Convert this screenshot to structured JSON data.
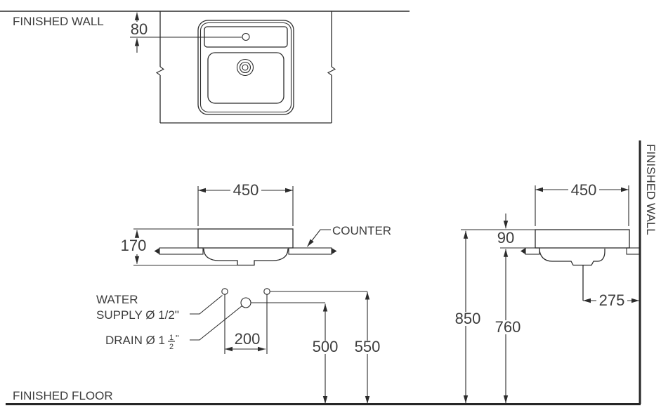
{
  "colors": {
    "line": "#2b2b2b",
    "text": "#3d3d3d",
    "background": "#ffffff"
  },
  "top_view": {
    "finished_wall_label": "FINISHED WALL",
    "dim_faucet_to_wall": "80"
  },
  "front_view": {
    "dim_width": "450",
    "dim_basin_height": "170",
    "counter_label": "COUNTER",
    "water_supply_label_line1": "WATER",
    "water_supply_label_line2": "SUPPLY Ø 1/2\"",
    "drain_label_prefix": "DRAIN Ø 1",
    "drain_fraction_numerator": "1",
    "drain_fraction_denominator": "2",
    "drain_inch_mark": "\"",
    "dim_supply_spacing": "200",
    "dim_drain_height": "500",
    "dim_supply_height": "550"
  },
  "side_view": {
    "dim_depth": "450",
    "dim_rim_above_counter": "90",
    "dim_rim_height": "850",
    "dim_counter_height": "760",
    "dim_drain_to_wall": "275",
    "finished_wall_label": "FINISHED WALL"
  },
  "finished_floor_label": "FINISHED FLOOR"
}
